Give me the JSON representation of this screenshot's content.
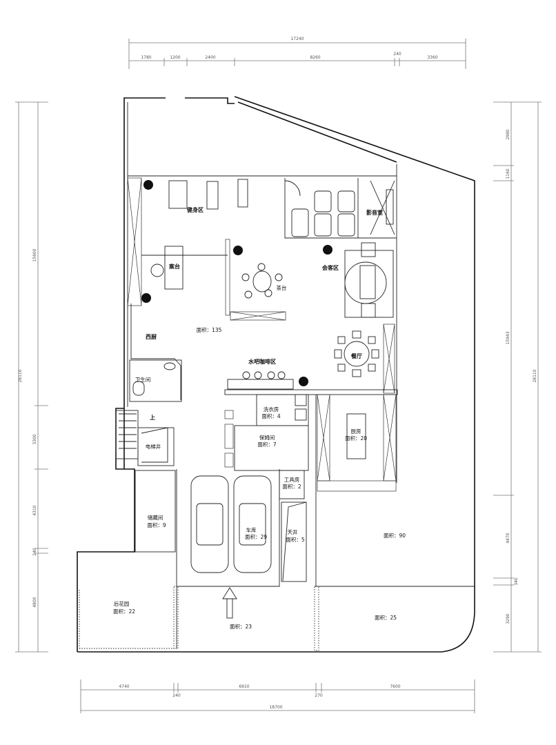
{
  "dimensions": {
    "top_total": "17240",
    "top_segments": [
      "1780",
      "1200",
      "2400",
      "8260",
      "240",
      "3360"
    ],
    "left_total": "28110",
    "left_segments": [
      "15600",
      "3300",
      "4310",
      "240",
      "4800"
    ],
    "right_total": "28110",
    "right_segments": [
      "2980",
      "1160",
      "15943",
      "4470",
      "340",
      "3290"
    ],
    "bottom_total": "18700",
    "bottom_segments": [
      "4740",
      "240",
      "6910",
      "270",
      "7600"
    ]
  },
  "rooms": {
    "gym": "健身区",
    "theater": "影音室",
    "desk": "案台",
    "tea_table": "茶台",
    "lounge": "会客区",
    "main_area": "面积：135",
    "western_kitchen": "西厨",
    "bathroom": "卫生间",
    "bar_cafe": "水吧咖啡区",
    "dining": "餐厅",
    "laundry": "洗衣房",
    "laundry_area": "面积：4",
    "nanny": "保姆间",
    "nanny_area": "面积：7",
    "elevator": "电梯井",
    "stairs_up": "上",
    "kitchen": "厨房",
    "kitchen_area": "面积：20",
    "tool_room": "工具房",
    "tool_room_area": "面积：2",
    "storage": "储藏间",
    "storage_area": "面积：9",
    "garage": "车库",
    "garage_area": "面积：29",
    "courtyard": "天井",
    "courtyard_area": "面积：5",
    "east_yard_area": "面积：90",
    "back_garden": "后花园",
    "back_garden_area": "面积：22",
    "driveway_area": "面积：23",
    "front_yard_area": "面积：25"
  }
}
